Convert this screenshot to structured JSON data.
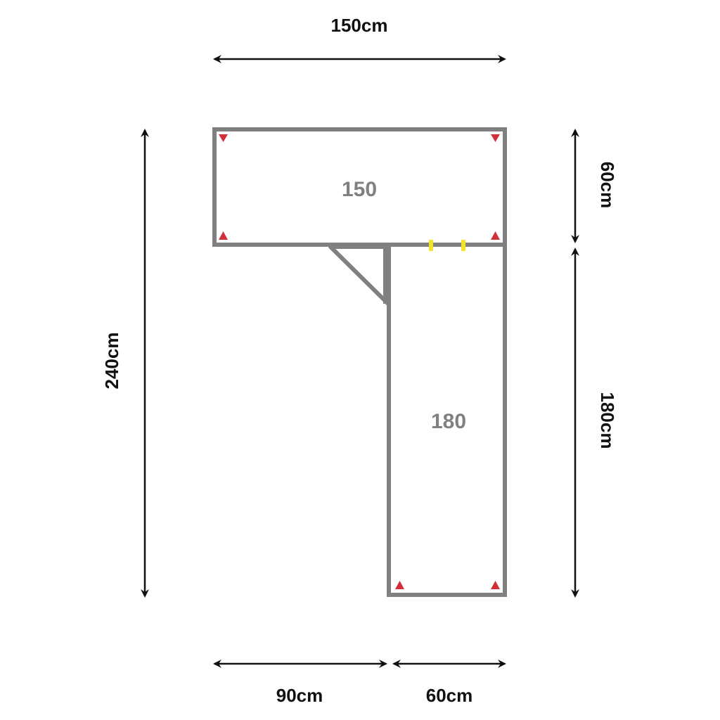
{
  "dimensions": {
    "top_width": "150cm",
    "top_depth": "60cm",
    "total_height": "240cm",
    "leg_length": "180cm",
    "bottom_gap": "90cm",
    "bottom_leg_width": "60cm"
  },
  "panels": {
    "top_panel_label": "150",
    "leg_panel_label": "180"
  },
  "colors": {
    "frame": "#808080",
    "label": "#808080",
    "arrow": "#111111",
    "marker": "#d32f3a",
    "connector": "#f2e42a",
    "background": "#ffffff"
  },
  "icons": {
    "corner_marker": "red-triangle-icon",
    "connector_marker": "yellow-connector-icon"
  }
}
